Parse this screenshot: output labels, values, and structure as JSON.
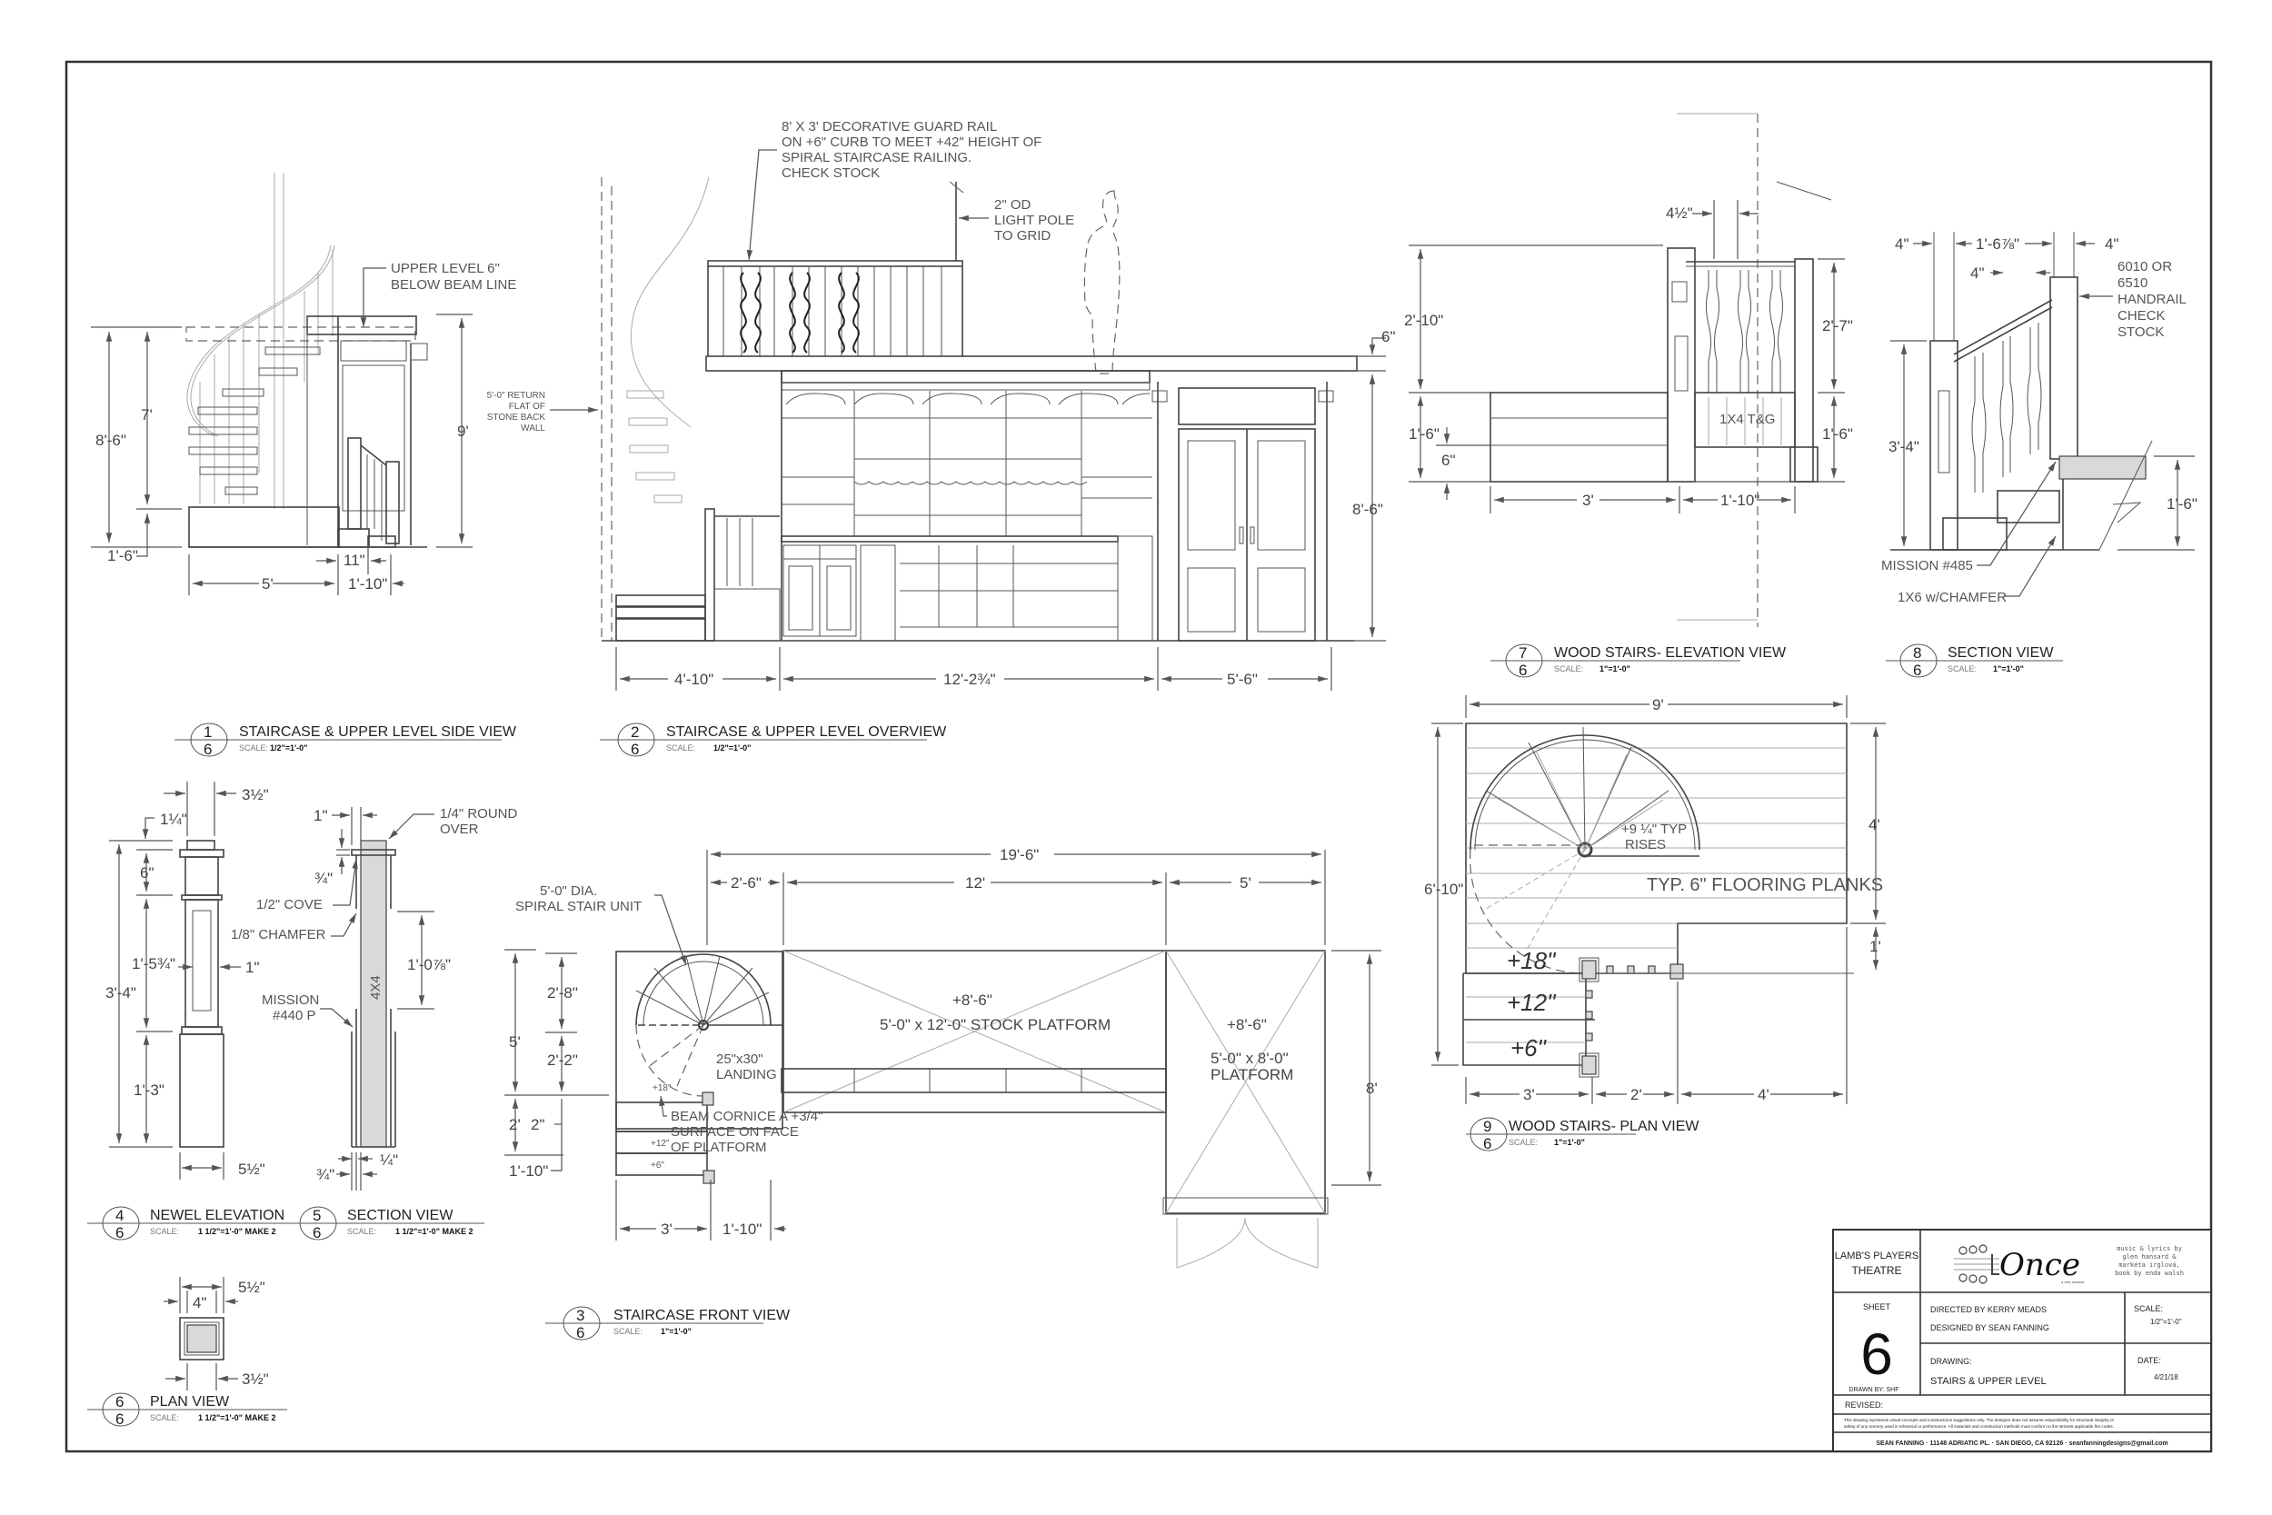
{
  "sheet": {
    "border_color": "#333333",
    "background": "#ffffff"
  },
  "views": {
    "v1": {
      "number": "1",
      "sheet": "6",
      "title": "STAIRCASE & UPPER LEVEL SIDE VIEW",
      "scale_label": "SCALE:",
      "scale": "1/2\"=1'-0\"",
      "notes": [
        "UPPER LEVEL 6\"",
        "BELOW BEAM LINE"
      ],
      "dims": {
        "total_height": "8'-6\"",
        "upper": "7'",
        "base": "1'-6\"",
        "right_height": "9'",
        "width_left": "5'",
        "width_right": "1'-10\"",
        "step": "11\""
      }
    },
    "v2": {
      "number": "2",
      "sheet": "6",
      "title": "STAIRCASE & UPPER LEVEL OVERVIEW",
      "scale_label": "SCALE:",
      "scale": "1/2\"=1'-0\"",
      "guard_note": [
        "8' X 3' DECORATIVE GUARD RAIL",
        "ON +6\" CURB TO MEET +42\" HEIGHT OF",
        "SPIRAL STAIRCASE RAILING.",
        "CHECK STOCK"
      ],
      "pole_note": [
        "2\" OD",
        "LIGHT POLE",
        "TO GRID"
      ],
      "return_note": [
        "5'-0\" RETURN",
        "FLAT OF",
        "STONE BACK",
        "WALL"
      ],
      "dims": {
        "left": "4'-10\"",
        "middle": "12'-2¾\"",
        "right": "5'-6\"",
        "height": "8'-6\"",
        "curb": "6\""
      }
    },
    "v3": {
      "number": "3",
      "sheet": "6",
      "title": "STAIRCASE FRONT VIEW",
      "scale_label": "SCALE:",
      "scale": "1\"=1'-0\"",
      "spiral_note": [
        "5'-0\" DIA.",
        "SPIRAL STAIR UNIT"
      ],
      "platform1": [
        "+8'-6\"",
        "5'-0\" x 12'-0\" STOCK PLATFORM"
      ],
      "platform2": [
        "+8'-6\"",
        "5'-0\" x 8'-0\"",
        "PLATFORM"
      ],
      "landing": [
        "25\"x30\"",
        "LANDING"
      ],
      "beam_note": [
        "BEAM CORNICE A +3/4\"",
        "SURFACE ON FACE",
        "OF PLATFORM"
      ],
      "steps": [
        "+18\"",
        "+12\"",
        "+6\""
      ],
      "dims": {
        "overall": "19'-6\"",
        "a": "2'-6\"",
        "b": "12'",
        "c": "5'",
        "h5": "5'",
        "h28": "2'-8\"",
        "h22": "2'-2\"",
        "h2": "2'",
        "h2in": "2\"",
        "h110": "1'-10\"",
        "w3": "3'",
        "w110": "1'-10\"",
        "h8": "8'"
      }
    },
    "v4": {
      "number": "4",
      "sheet": "6",
      "title": "NEWEL ELEVATION",
      "scale_label": "SCALE:",
      "scale": "1 1/2\"=1'-0\" MAKE 2",
      "dims": {
        "top_w": "3½\"",
        "cap": "1¼\"",
        "d6": "6\"",
        "panel": "1'-5¾\"",
        "inset": "1\"",
        "total": "3'-4\"",
        "base": "1'-3\"",
        "bottom_w": "5½\""
      }
    },
    "v5": {
      "number": "5",
      "sheet": "6",
      "title": "SECTION VIEW",
      "scale_label": "SCALE:",
      "scale": "1 1/2\"=1'-0\" MAKE 2",
      "notes": {
        "round": [
          "1/4\" ROUND",
          "OVER"
        ],
        "cove": "1/2\" COVE",
        "chamfer": "1/8\" CHAMFER",
        "mission": [
          "MISSION",
          "#440 P"
        ],
        "post": "4X4"
      },
      "dims": {
        "d1": "1\"",
        "d34": "¾\"",
        "d1078": "1'-0⅞\"",
        "b34": "¾\"",
        "b14": "¼\""
      }
    },
    "v6": {
      "number": "6",
      "sheet": "6",
      "title": "PLAN VIEW",
      "scale_label": "SCALE:",
      "scale": "1 1/2\"=1'-0\" MAKE 2",
      "dims": {
        "outer": "5½\"",
        "inner": "4\"",
        "post": "3½\""
      }
    },
    "v7": {
      "number": "7",
      "sheet": "6",
      "title": "WOOD STAIRS- ELEVATION VIEW",
      "scale_label": "SCALE:",
      "scale": "1\"=1'-0\"",
      "tg_note": "1X4 T&G",
      "dims": {
        "spacing": "4½\"",
        "rail_h": "2'-10\"",
        "right_rail": "2'-7\"",
        "base_l": "1'-6\"",
        "base_r": "1'-6\"",
        "step": "6\"",
        "w3": "3'",
        "w110": "1'-10\""
      }
    },
    "v8": {
      "number": "8",
      "sheet": "6",
      "title": "SECTION VIEW",
      "scale_label": "SCALE:",
      "scale": "1\"=1'-0\"",
      "handrail_note": [
        "6010 OR",
        "6510",
        "HANDRAIL",
        "CHECK",
        "STOCK"
      ],
      "mission_note": "MISSION #485",
      "chamfer_note": "1X6 w/CHAMFER",
      "dims": {
        "l4": "4\"",
        "mid": "1'-6⅞\"",
        "r4": "4\"",
        "inner4": "4\"",
        "height": "3'-4\"",
        "deck": "1'-6\""
      }
    },
    "v9": {
      "number": "9",
      "sheet": "6",
      "title": "WOOD STAIRS- PLAN VIEW",
      "scale_label": "SCALE:",
      "scale": "1\"=1'-0\"",
      "rises_note": [
        "+9 ¼\" TYP",
        "RISES"
      ],
      "planks_note": "TYP. 6\" FLOORING PLANKS",
      "steps": [
        "+18\"",
        "+12\"",
        "+6\""
      ],
      "dims": {
        "top": "9'",
        "left": "6'-10\"",
        "right_upper": "4'",
        "right_lower": "1'",
        "b3": "3'",
        "b2": "2'",
        "b4": "4'"
      }
    }
  },
  "title_block": {
    "company": [
      "LAMB'S PLAYERS",
      "THEATRE"
    ],
    "logo_text": "Once",
    "logo_sub": "a new musical",
    "credits": [
      "music & lyrics by",
      "glen hansard &",
      "markéta irglová,",
      "book by enda walsh"
    ],
    "sheet_label": "SHEET",
    "sheet_number": "6",
    "drawn_by": "DRAWN BY: SHF",
    "directed_by": "DIRECTED BY KERRY MEADS",
    "designed_by": "DESIGNED BY SEAN FANNING",
    "scale_label": "SCALE:",
    "scale_value": "1/2\"=1'-0\"",
    "drawing_label": "DRAWING:",
    "drawing_value": "STAIRS & UPPER LEVEL",
    "date_label": "DATE:",
    "date_value": "4/21/18",
    "revised_label": "REVISED:",
    "disclaimer": [
      "This drawing represents visual concepts and constructions suggestions only.  The designer does not assume responsibility for structural integrity or",
      "safety of any scenery used in rehearsal or performance.  All materials and construction methods must conform to the strictest applicable fire codes."
    ],
    "footer": "SEAN FANNING  ·  11148 ADRIATIC PL.  ·  SAN DIEGO, CA 92126  ·  seanfanningdesigns@gmail.com"
  }
}
